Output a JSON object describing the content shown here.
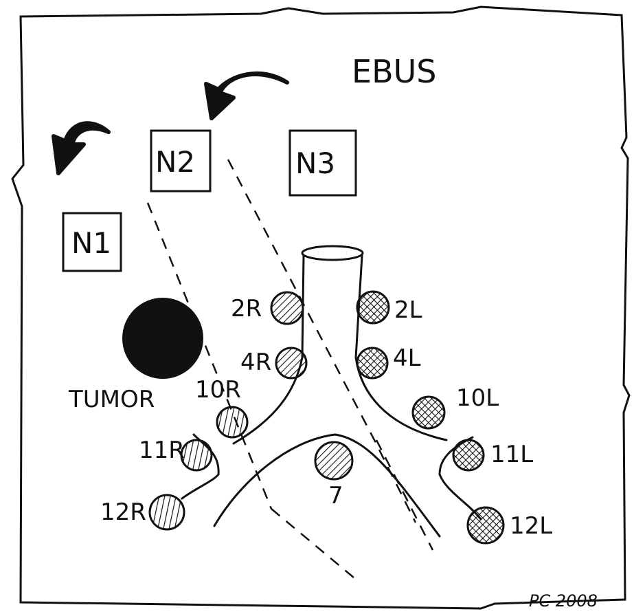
{
  "title": "EBUS",
  "zones": [
    {
      "id": "n1",
      "label": "N1"
    },
    {
      "id": "n2",
      "label": "N2"
    },
    {
      "id": "n3",
      "label": "N3"
    }
  ],
  "tumor_label": "TUMOR",
  "nodes": [
    {
      "id": "2r",
      "label": "2R",
      "pattern": "diag-right"
    },
    {
      "id": "4r",
      "label": "4R",
      "pattern": "diag-right"
    },
    {
      "id": "10r",
      "label": "10R",
      "pattern": "vertical"
    },
    {
      "id": "11r",
      "label": "11R",
      "pattern": "vertical"
    },
    {
      "id": "12r",
      "label": "12R",
      "pattern": "vertical"
    },
    {
      "id": "7",
      "label": "7",
      "pattern": "diag-right"
    },
    {
      "id": "2l",
      "label": "2L",
      "pattern": "cross"
    },
    {
      "id": "4l",
      "label": "4L",
      "pattern": "cross"
    },
    {
      "id": "10l",
      "label": "10L",
      "pattern": "cross"
    },
    {
      "id": "11l",
      "label": "11L",
      "pattern": "cross"
    },
    {
      "id": "12l",
      "label": "12L",
      "pattern": "cross"
    }
  ],
  "signature": "PC 2008",
  "colors": {
    "ink": "#111111",
    "paper": "#ffffff"
  }
}
